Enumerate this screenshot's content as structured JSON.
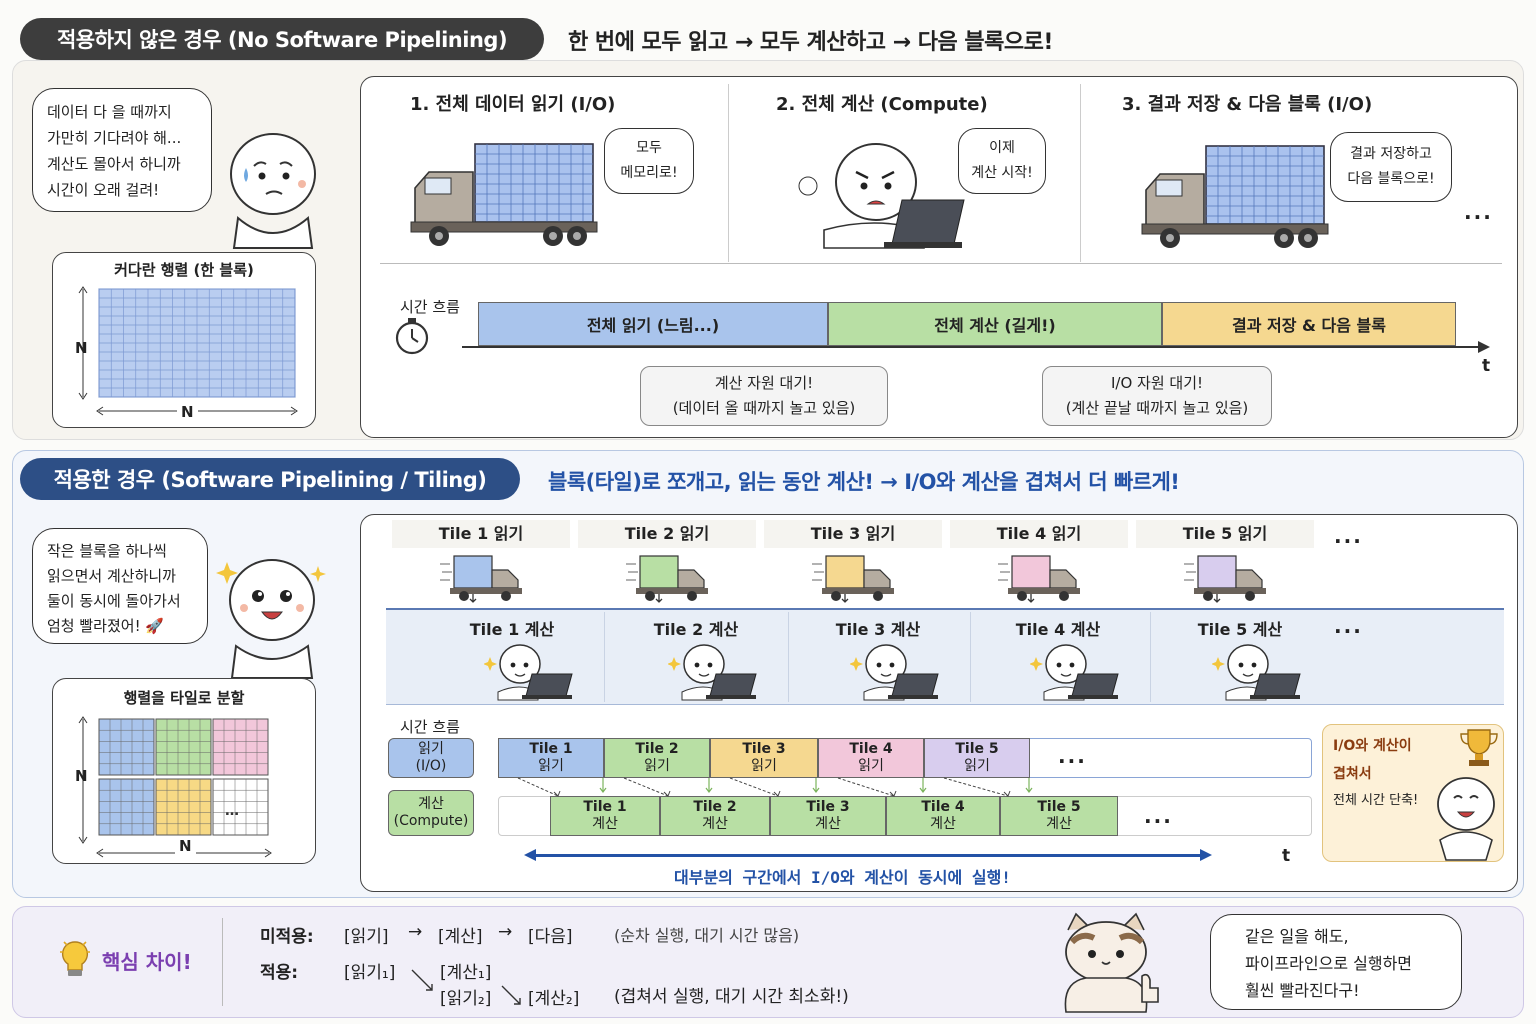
{
  "colors": {
    "dark_pill": "#3d3d3d",
    "blue_pill": "#2d4f86",
    "read": "#a9c4ec",
    "compute": "#b8dfa4",
    "store": "#f5d890",
    "purple": "#d8cdee",
    "pink": "#f2c7da",
    "yellow": "#f7d985",
    "accent_blue": "#2352a6"
  },
  "top": {
    "pill": "적용하지 않은 경우 (No Software Pipelining)",
    "headline": "한 번에 모두 읽고 → 모두 계산하고 → 다음 블록으로!",
    "bubble": [
      "데이터 다 을 때까지",
      "가만히 기다려야 해...",
      "계산도 몰아서 하니까",
      "시간이 오래 걸려!"
    ],
    "matrix_title": "커다란 행렬 (한 블록)",
    "axis_n": "N",
    "steps": [
      {
        "title": "1. 전체 데이터 읽기 (I/O)",
        "speech": [
          "모두",
          "메모리로!"
        ],
        "icon": "truck-icon"
      },
      {
        "title": "2. 전체 계산 (Compute)",
        "speech": [
          "이제",
          "계산 시작!"
        ],
        "icon": "laptop-icon"
      },
      {
        "title": "3. 결과 저장 & 다음 블록 (I/O)",
        "speech": [
          "결과 저장하고",
          "다음 블록으로!"
        ],
        "icon": "truck-icon"
      }
    ],
    "ellipsis": "...",
    "time_label": "시간 흐름",
    "t": "t",
    "bars": [
      "전체 읽기 (느림...)",
      "전체 계산 (길게!)",
      "결과 저장 & 다음 블록"
    ],
    "waits": [
      [
        "계산 자원 대기!",
        "(데이터 올 때까지 놀고 있음)"
      ],
      [
        "I/O 자원 대기!",
        "(계산 끝날 때까지 놀고 있음)"
      ]
    ]
  },
  "mid": {
    "pill": "적용한 경우 (Software Pipelining / Tiling)",
    "headline": "블록(타일)로 쪼개고, 읽는 동안 계산! → I/O와 계산을 겹쳐서 더 빠르게!",
    "bubble": [
      "작은 블록을 하나씩",
      "읽으면서 계산하니까",
      "둘이 동시에 돌아가서",
      "엄청 빨라졌어! 🚀"
    ],
    "matrix_title": "행렬을 타일로 분할",
    "axis_n": "N",
    "read_headers": [
      "Tile 1 읽기",
      "Tile 2 읽기",
      "Tile 3 읽기",
      "Tile 4 읽기",
      "Tile 5 읽기"
    ],
    "compute_headers": [
      "Tile 1 계산",
      "Tile 2 계산",
      "Tile 3 계산",
      "Tile 4 계산",
      "Tile 5 계산"
    ],
    "ellipsis": "...",
    "time_label": "시간 흐름",
    "row_labels": [
      [
        "읽기",
        "(I/O)"
      ],
      [
        "계산",
        "(Compute)"
      ]
    ],
    "read_tiles": [
      [
        "Tile 1",
        "읽기"
      ],
      [
        "Tile 2",
        "읽기"
      ],
      [
        "Tile 3",
        "읽기"
      ],
      [
        "Tile 4",
        "읽기"
      ],
      [
        "Tile 5",
        "읽기"
      ]
    ],
    "compute_tiles": [
      [
        "Tile 1",
        "계산"
      ],
      [
        "Tile 2",
        "계산"
      ],
      [
        "Tile 3",
        "계산"
      ],
      [
        "Tile 4",
        "계산"
      ],
      [
        "Tile 5",
        "계산"
      ]
    ],
    "t": "t",
    "overlap_note": "대부분의 구간에서 I/O와 계산이 동시에 실행!",
    "trophy_note": [
      "I/O와 계산이",
      "겹쳐서",
      "전체 시간 단축!"
    ]
  },
  "bottom": {
    "key_label": "핵심 차이!",
    "row1_label": "미적용:",
    "row1": [
      "[읽기]",
      "→",
      "[계산]",
      "→",
      "[다음]"
    ],
    "row1_note": "(순차 실행, 대기 시간 많음)",
    "row2_label": "적용:",
    "row2_a": "[읽기₁]",
    "row2_b": "[계산₁]",
    "row2_c": "[읽기₂]",
    "row2_d": "[계산₂]",
    "row2_note": "(겹쳐서 실행, 대기 시간 최소화!)",
    "cat_bubble": [
      "같은 일을 해도,",
      "파이프라인으로 실행하면",
      "훨씬 빨라진다구!"
    ]
  }
}
